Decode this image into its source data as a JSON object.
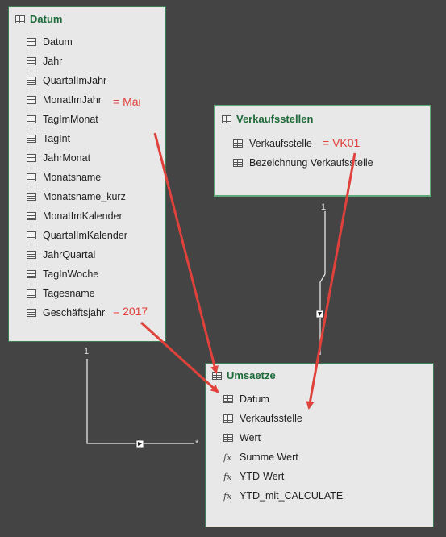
{
  "tables": {
    "datum": {
      "title": "Datum",
      "fields": [
        "Datum",
        "Jahr",
        "QuartalImJahr",
        "MonatImJahr",
        "TagImMonat",
        "TagInt",
        "JahrMonat",
        "Monatsname",
        "Monatsname_kurz",
        "MonatImKalender",
        "QuartalImKalender",
        "JahrQuartal",
        "TagInWoche",
        "Tagesname",
        "Geschäftsjahr"
      ]
    },
    "verkaufsstellen": {
      "title": "Verkaufsstellen",
      "fields": [
        "Verkaufsstelle",
        "Bezeichnung Verkaufsstelle"
      ]
    },
    "umsaetze": {
      "title": "Umsaetze",
      "fields": [
        {
          "label": "Datum",
          "kind": "column"
        },
        {
          "label": "Verkaufsstelle",
          "kind": "column"
        },
        {
          "label": "Wert",
          "kind": "column"
        },
        {
          "label": "Summe Wert",
          "kind": "measure"
        },
        {
          "label": "YTD-Wert",
          "kind": "measure"
        },
        {
          "label": "YTD_mit_CALCULATE",
          "kind": "measure"
        }
      ]
    }
  },
  "annotations": {
    "monat": "= Mai",
    "geschaeftsjahr": "= 2017",
    "verkaufsstelle": "= VK01"
  },
  "relationships": {
    "datum_one": "1",
    "datum_many": "*",
    "vk_one": "1"
  },
  "colors": {
    "background": "#444444",
    "table_fill": "#e8e8e8",
    "table_border": "#3f7a52",
    "title_text": "#1e6b3a",
    "arrow": "#e0413b"
  }
}
